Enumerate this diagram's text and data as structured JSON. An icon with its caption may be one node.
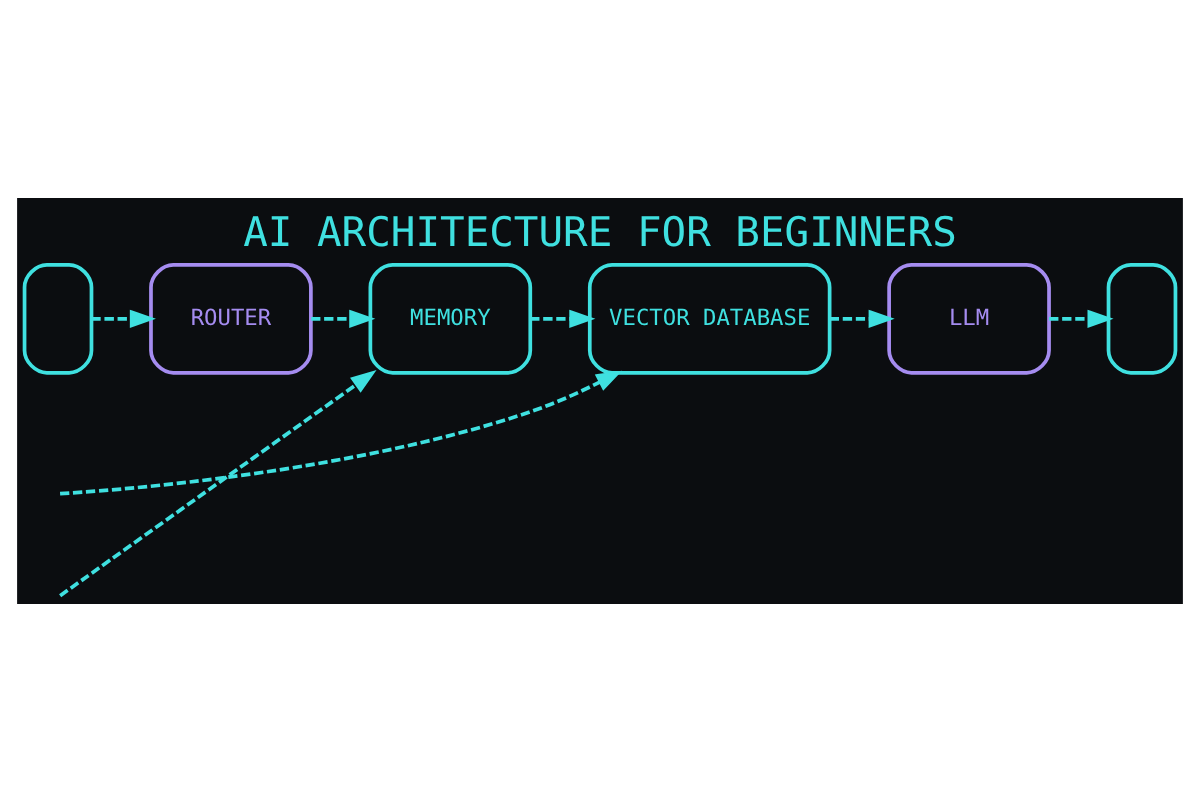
{
  "diagram": {
    "title": "AI ARCHITECTURE FOR BEGINNERS",
    "nodes": [
      {
        "text": [],
        "shape": "box"
      },
      {
        "text": [
          "ROUTER"
        ]
      },
      {
        "text": [
          "MEMORY"
        ]
      },
      {
        "text": [
          "VECTOR DATABASE"
        ]
      },
      {
        "text": [
          "LLM"
        ]
      },
      {
        "text": [],
        "shape": "box"
      }
    ],
    "edges": [
      {
        "from": 0,
        "to": 1,
        "arrow": "to",
        "style": "dashed"
      },
      {
        "from": 1,
        "to": 2,
        "arrow": "to",
        "style": "dashed"
      },
      {
        "from": 2,
        "to": 3,
        "arrow": "to",
        "style": "dashed"
      },
      {
        "from": 3,
        "to": 4,
        "arrow": "to",
        "style": "dashed"
      },
      {
        "from": 4,
        "to": 5,
        "arrow": "to",
        "style": "dashed"
      },
      {
        "from": null,
        "to": 2,
        "arrow": "to",
        "style": "dashed"
      },
      {
        "from": null,
        "to": 3,
        "arrow": "to",
        "style": "dashed"
      }
    ]
  }
}
